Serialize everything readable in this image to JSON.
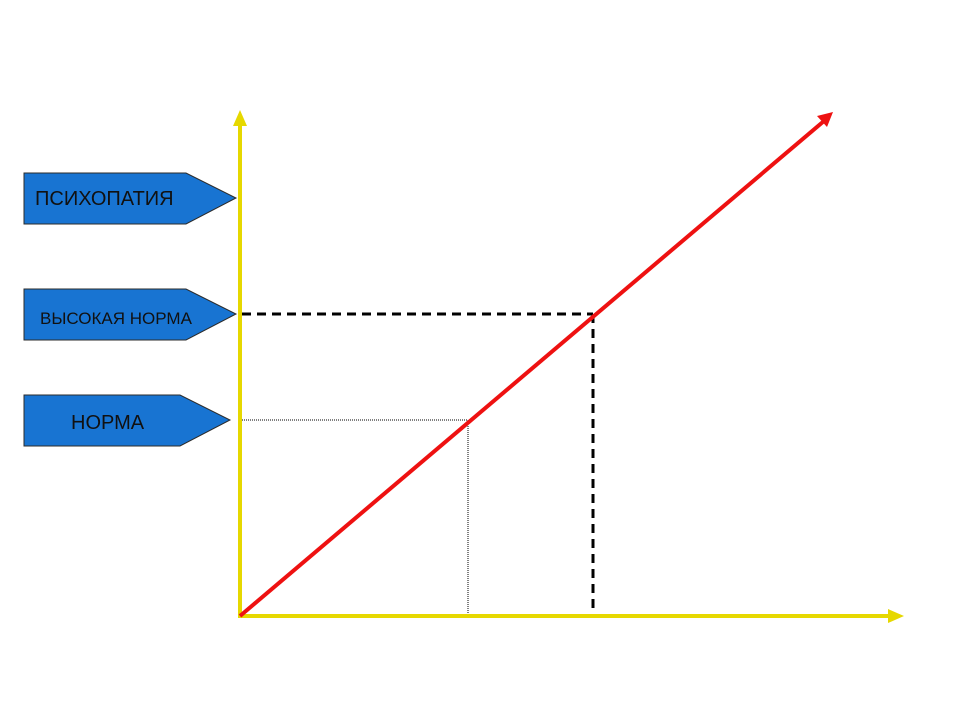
{
  "labels": {
    "top": "ПСИХОПАТИЯ",
    "middle": "ВЫСОКАЯ НОРМА",
    "bottom": "НОРМА"
  },
  "colors": {
    "axis": "#e6d800",
    "line": "#ee1111",
    "tag_fill": "#1874d2",
    "tag_stroke": "#2b2b2b",
    "guide": "#000000"
  }
}
